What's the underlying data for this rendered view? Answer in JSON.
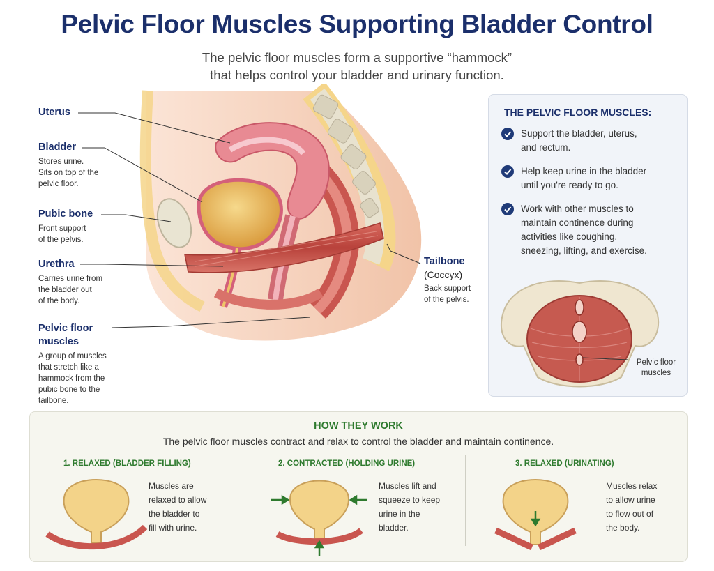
{
  "title": "Pelvic Floor Muscles Supporting Bladder Control",
  "subtitle": [
    "The pelvic floor muscles form a supportive “hammock”",
    "that helps control your bladder and urinary function."
  ],
  "labels": {
    "uterus": {
      "head": "Uterus"
    },
    "bladder": {
      "head": "Bladder",
      "desc": [
        "Stores urine.",
        "Sits on top of the",
        "pelvic floor."
      ]
    },
    "pubic": {
      "head": "Pubic bone",
      "desc": [
        "Front support",
        "of the pelvis."
      ]
    },
    "urethra": {
      "head": "Urethra",
      "desc": [
        "Carries urine from",
        "the bladder out",
        "of the body."
      ]
    },
    "pelvic": {
      "head": [
        "Pelvic floor",
        "muscles"
      ],
      "desc": [
        "A group of muscles",
        "that stretch like a",
        "hammock from the",
        "pubic bone to the",
        "tailbone."
      ]
    },
    "tailbone": {
      "head": "Tailbone",
      "sub": "(Coccyx)",
      "desc": [
        "Back support",
        "of the pelvis."
      ]
    }
  },
  "panel": {
    "heading": "THE PELVIC FLOOR MUSCLES:",
    "items": [
      [
        "Support the bladder, uterus,",
        "and rectum."
      ],
      [
        "Help keep urine in the bladder",
        "until you're ready to go."
      ],
      [
        "Work with other muscles to",
        "maintain continence during",
        "activities like coughing,",
        "sneezing, lifting, and exercise."
      ]
    ],
    "pelvic_label": [
      "Pelvic floor",
      "muscles"
    ],
    "check_icon": "check-circle-icon"
  },
  "how": {
    "heading": "HOW THEY WORK",
    "sub": "The pelvic floor muscles contract and relax to control the bladder and maintain continence.",
    "steps": [
      {
        "title": "1. RELAXED (BLADDER FILLING)",
        "desc": [
          "Muscles are",
          "relaxed to allow",
          "the bladder to",
          "fill with urine."
        ]
      },
      {
        "title": "2. CONTRACTED (HOLDING URINE)",
        "desc": [
          "Muscles lift and",
          "squeeze to keep",
          "urine in the",
          "bladder."
        ]
      },
      {
        "title": "3. RELAXED (URINATING)",
        "desc": [
          "Muscles relax",
          "to allow urine",
          "to flow out of",
          "the body."
        ]
      }
    ]
  },
  "colors": {
    "navy": "#1b2f6b",
    "green": "#2e7a2e",
    "muscle": "#c9564f",
    "bladder": "#efc56a"
  }
}
